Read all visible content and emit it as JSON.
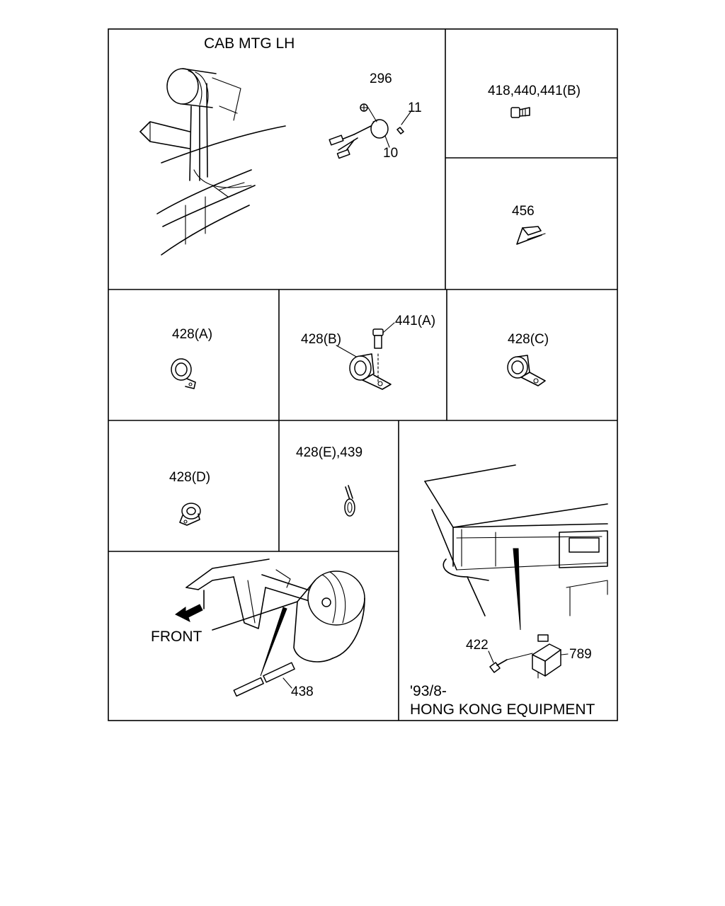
{
  "panels": {
    "cab_mtg": {
      "title": "CAB MTG  LH",
      "callouts": [
        "296",
        "11",
        "10"
      ]
    },
    "bolt_set": {
      "callout": "418,440,441(B)"
    },
    "pin_clip": {
      "callout": "456"
    },
    "clip_a": {
      "callout": "428(A)"
    },
    "clip_b": {
      "callouts": [
        "428(B)",
        "441(A)"
      ]
    },
    "clip_c": {
      "callout": "428(C)"
    },
    "clip_d": {
      "callout": "428(D)"
    },
    "clip_e": {
      "callout": "428(E),439"
    },
    "tank": {
      "front_label": "FRONT",
      "callout": "438"
    },
    "hong_kong": {
      "callouts": [
        "422",
        "789"
      ],
      "note_line1": "'93/8-",
      "note_line2": "HONG KONG EQUIPMENT"
    }
  }
}
